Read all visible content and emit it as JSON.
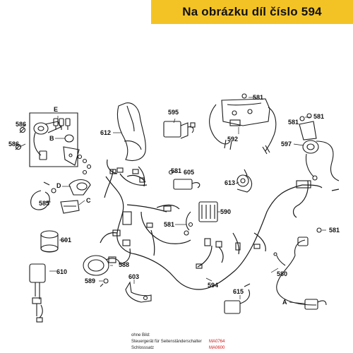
{
  "banner": {
    "text": "Na obrázku díl číslo 594",
    "color": "#f3c326"
  },
  "parts": {
    "p586": "586",
    "p585": "585",
    "p601": "601",
    "p610": "610",
    "p612": "612",
    "p595": "595",
    "p592": "592",
    "p581a": "581",
    "p581b": "581",
    "p581c": "581",
    "p581d": "581",
    "p581e": "581",
    "p597": "597",
    "p605": "605",
    "p613": "613",
    "p590": "590",
    "p588": "588",
    "p589": "589",
    "p603": "603",
    "p594": "594",
    "p615": "615",
    "p580": "580"
  },
  "letters": {
    "E": "E",
    "B": "B",
    "D": "D",
    "C": "C",
    "A": "A"
  },
  "notes": {
    "heading": "ohne Bild:",
    "row1_label": "Steuergerät für Seitenständerschalter",
    "row1_code": "MA0764",
    "row2_label": "Schlosssatz",
    "row2_code": "MA0600",
    "code_color": "#d11111"
  }
}
